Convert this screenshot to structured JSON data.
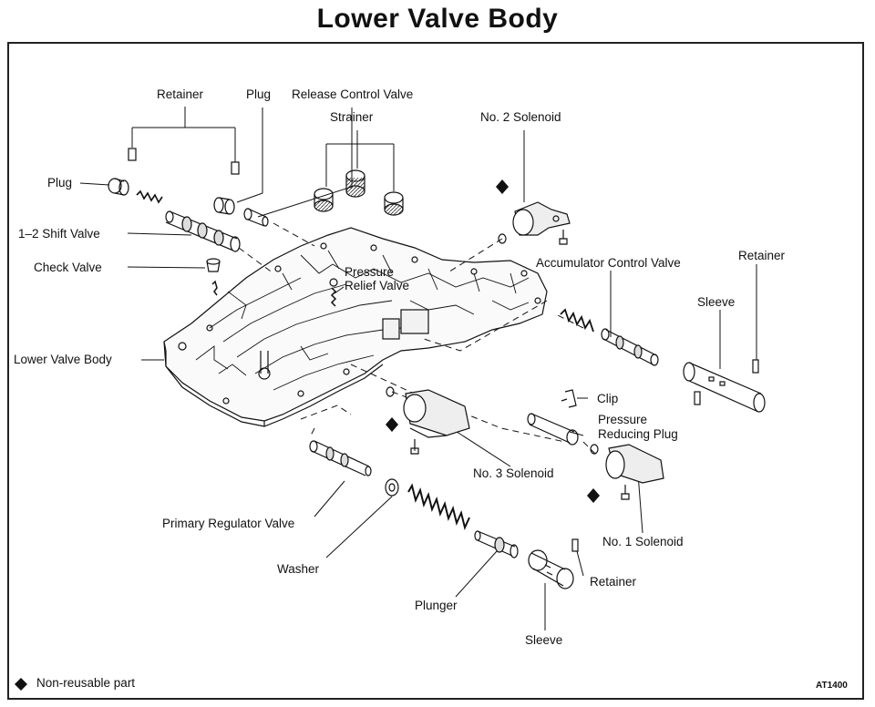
{
  "title": "Lower Valve Body",
  "labels": {
    "retainer_top": "Retainer",
    "plug_top": "Plug",
    "release_control_valve": "Release Control Valve",
    "strainer": "Strainer",
    "no2_solenoid": "No. 2 Solenoid",
    "plug_left": "Plug",
    "shift_valve_12": "1–2 Shift Valve",
    "check_valve": "Check Valve",
    "pressure_relief_valve_1": "Pressure",
    "pressure_relief_valve_2": "Relief Valve",
    "accumulator_control_valve": "Accumulator Control Valve",
    "retainer_right": "Retainer",
    "sleeve_right": "Sleeve",
    "lower_valve_body": "Lower Valve Body",
    "clip": "Clip",
    "pressure_reducing_plug_1": "Pressure",
    "pressure_reducing_plug_2": "Reducing Plug",
    "no3_solenoid": "No. 3 Solenoid",
    "no1_solenoid": "No. 1 Solenoid",
    "primary_regulator_valve": "Primary Regulator Valve",
    "washer": "Washer",
    "retainer_bottom": "Retainer",
    "plunger": "Plunger",
    "sleeve_bottom": "Sleeve"
  },
  "legend": {
    "text": "Non-reusable part",
    "icon": "diamond-icon"
  },
  "figure_code": "AT1400"
}
